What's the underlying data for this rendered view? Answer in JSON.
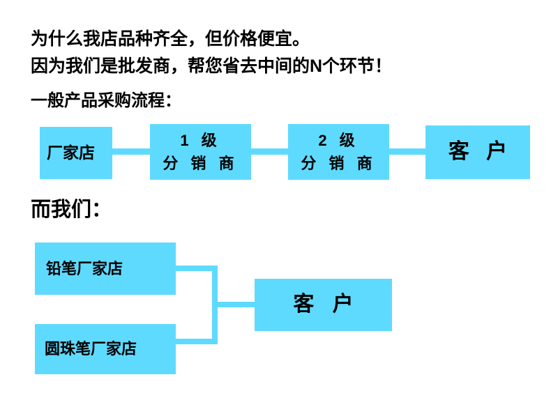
{
  "page": {
    "background_color": "#FFFFFF",
    "accent_color": "#5FDAFF",
    "text_color": "#000000"
  },
  "headline": {
    "line1": "为什么我店品种齐全，但价格便宜。",
    "line2": "因为我们是批发商，帮您省去中间的N个环节！"
  },
  "sections": {
    "standard_flow_label": "一般产品采购流程：",
    "ours_label": "而我们："
  },
  "standard_flow": {
    "nodes": [
      {
        "id": "factory-store",
        "lines": [
          "厂家店"
        ]
      },
      {
        "id": "tier1-distributor",
        "lines": [
          "1 级",
          "分 销 商"
        ]
      },
      {
        "id": "tier2-distributor",
        "lines": [
          "2 级",
          "分 销 商"
        ]
      },
      {
        "id": "customer",
        "lines": [
          "客 户"
        ]
      }
    ],
    "connectors": [
      {
        "id": "factory-to-tier1",
        "from": "factory-store",
        "to": "tier1-distributor"
      },
      {
        "id": "tier1-to-tier2",
        "from": "tier1-distributor",
        "to": "tier2-distributor"
      },
      {
        "id": "tier2-to-customer",
        "from": "tier2-distributor",
        "to": "customer"
      }
    ]
  },
  "our_flow": {
    "nodes": [
      {
        "id": "pencil-factory",
        "lines": [
          "铅笔厂家店"
        ]
      },
      {
        "id": "ballpoint-factory",
        "lines": [
          "圆珠笔厂家店"
        ]
      },
      {
        "id": "customer",
        "lines": [
          "客 户"
        ]
      }
    ],
    "connector": {
      "id": "merge-bracket",
      "from": [
        "pencil-factory",
        "ballpoint-factory"
      ],
      "to": "customer"
    }
  }
}
